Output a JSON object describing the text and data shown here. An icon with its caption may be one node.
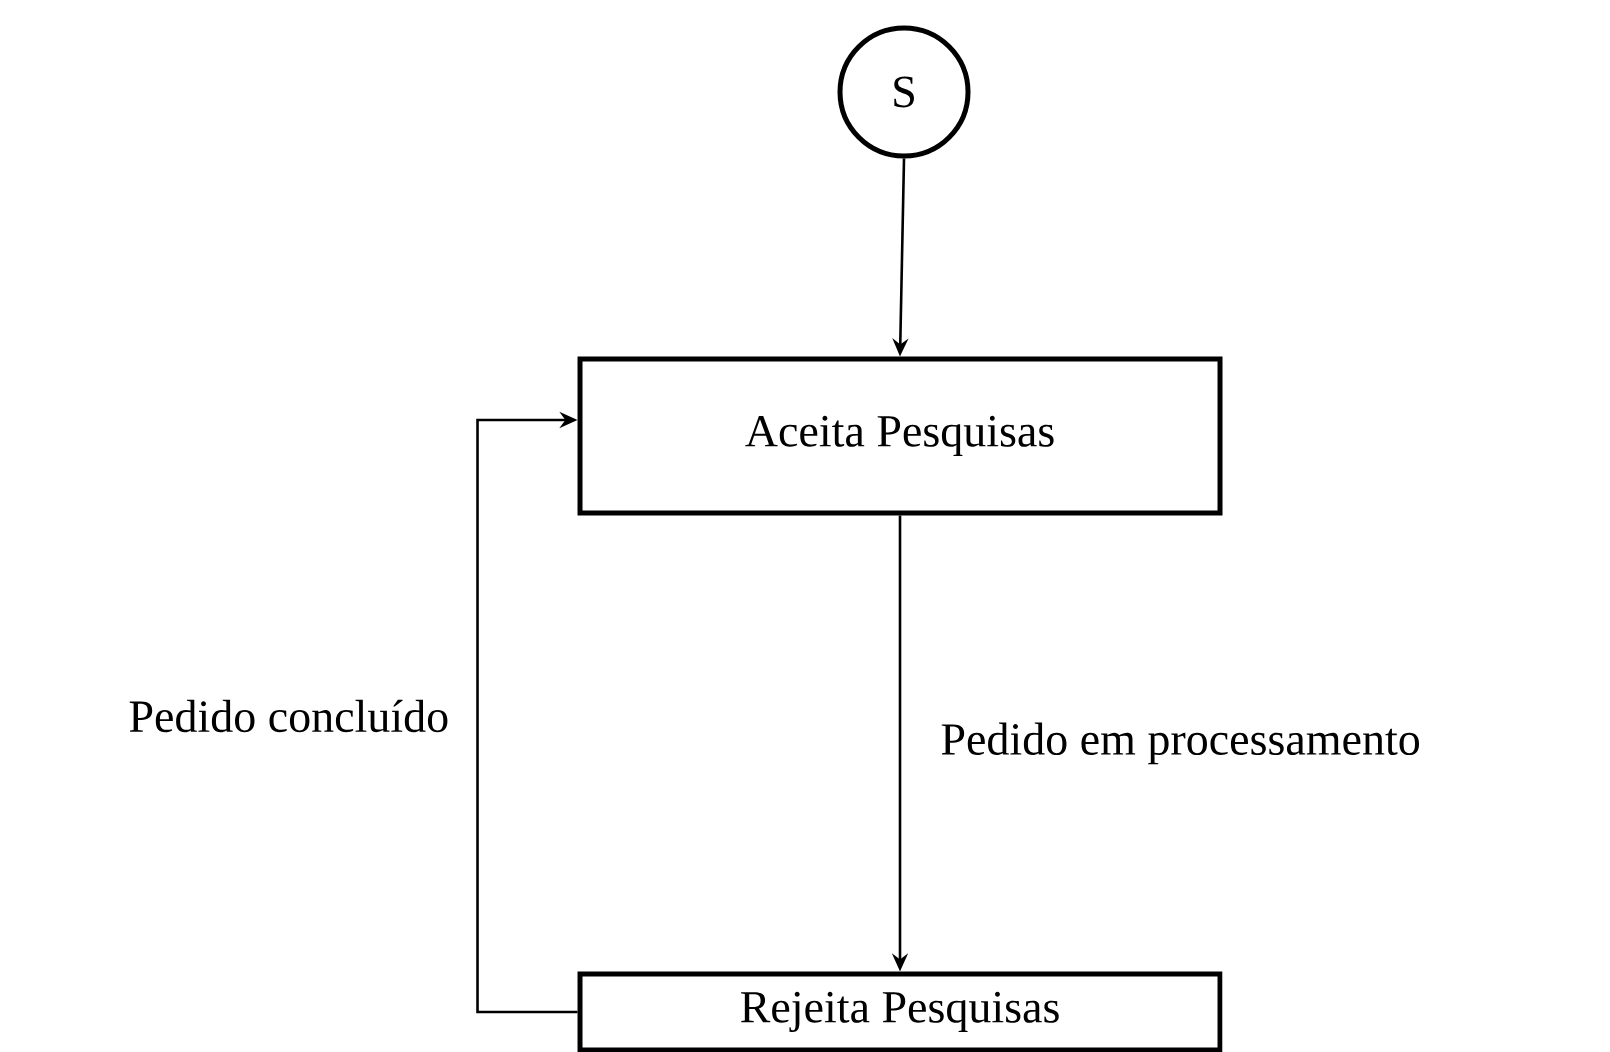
{
  "diagram": {
    "nodes": [
      {
        "text": [
          "S"
        ]
      },
      {
        "text": [
          "Aceita Pesquisas"
        ]
      },
      {
        "text": [
          "Rejeita Pesquisas"
        ]
      }
    ],
    "edges": [
      {
        "from": 0,
        "to": 1,
        "arrow": "to"
      },
      {
        "from": 1,
        "to": 2,
        "arrow": "to",
        "label": "Pedido em processamento"
      },
      {
        "from": 2,
        "to": 1,
        "arrow": "to",
        "label": "Pedido concluído"
      }
    ]
  }
}
